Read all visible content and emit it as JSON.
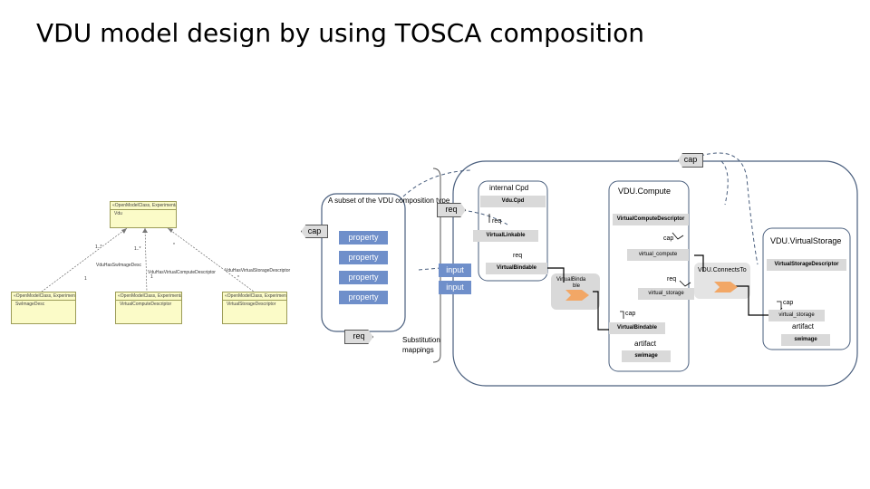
{
  "title": "VDU model design by using TOSCA composition",
  "uml": {
    "vdu_stereo": "«OpenModelClass, Experimental»",
    "vdu_name": "Vdu",
    "swimage_stereo": "«OpenModelClass, Experimental»",
    "swimage_name": "SwImageDesc",
    "compute_stereo": "«OpenModelClass, Experimental»",
    "compute_name": "VirtualComputeDescriptor",
    "storage_stereo": "«OpenModelClass, Experimental»",
    "storage_name": "VirtualStorageDescriptor",
    "assoc_left": "VduHasSwImageDesc",
    "assoc_mid": "VduHasVirtualComputeDescriptor",
    "assoc_right": "VduHasVirtualStorageDescriptor",
    "mult_left": "1..*",
    "mult_mid": "1..*",
    "mult_right": "*",
    "mult_left_end": "1",
    "mult_mid_end": "1",
    "mult_right_end": "*"
  },
  "composition": {
    "subset_label": "A subset of the VDU composition type",
    "cap_left": "cap",
    "req_top": "req",
    "req_bottom": "req",
    "properties": [
      "property",
      "property",
      "property",
      "property"
    ],
    "inputs": [
      "input",
      "input"
    ],
    "substitution": "Substitution mappings",
    "cap_top": "cap"
  },
  "internal_cpd": {
    "title": "internal Cpd",
    "grey_top": "Vdu.Cpd",
    "req": "req",
    "grey_linkable": "VirtualLinkable",
    "req2": "req",
    "grey_bindable": "VirtualBindable"
  },
  "bindable_small": {
    "label_line1": "VirtualBinda",
    "label_line2": "ble"
  },
  "vdu_compute": {
    "title": "VDU.Compute",
    "grey_descriptor": "VirtualComputeDescriptor",
    "cap": "cap",
    "virtual_compute": "virtual_compute",
    "req": "req",
    "virtual_storage": "virtual_storage",
    "cap2": "cap",
    "virtual_bindable": "VirtualBindable",
    "artifact": "artifact",
    "swimage": "swimage"
  },
  "connects_to": "VDU.ConnectsTo",
  "vdu_storage": {
    "title": "VDU.VirtualStorage",
    "grey_descriptor": "VirtualStorageDescriptor",
    "cap": "cap",
    "virtual_storage": "virtual_storage",
    "artifact": "artifact",
    "swimage": "swimage"
  },
  "colors": {
    "property_fill": "#6f8fca",
    "input_fill": "#6f8fca",
    "arrow_fill": "#f2a766",
    "uml_fill": "#fbfbc8",
    "grey_box": "#d9d9d9"
  }
}
